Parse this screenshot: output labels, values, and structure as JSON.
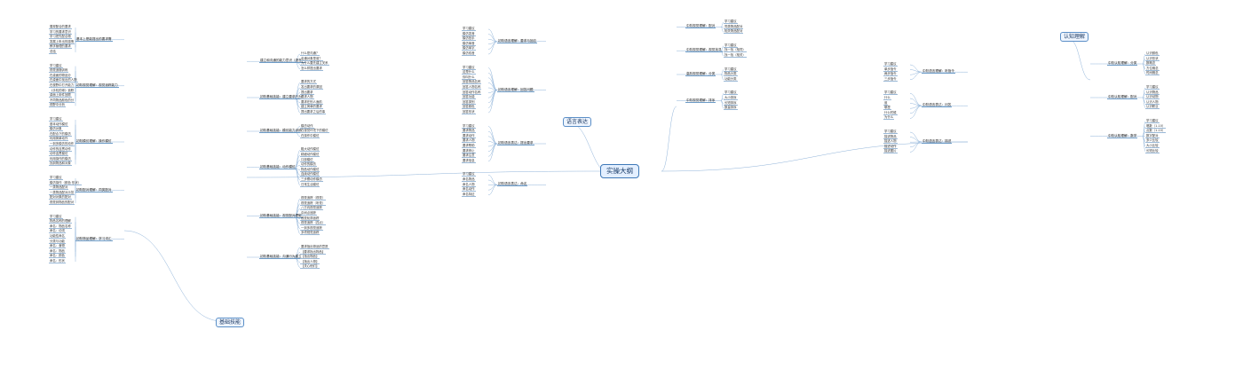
{
  "central": "实操大纲",
  "topics": {
    "basic": "基础技能",
    "language": "语言表达",
    "cognition": "认知理解"
  },
  "columns": [
    {
      "groups": [
        {
          "label": "基本上是能提出的要求需",
          "items": [
            "展现配合的要求",
            "学习的要求意识",
            "学习把先配合物",
            "发展上听出的感情",
            "教学管理的要求",
            "总结"
          ]
        },
        {
          "label": "初阶视觉理解：视觉追踪能力",
          "items": [
            "学习建议",
            "视觉追随训练",
            "在桌面的物品分",
            "在桌面中找出的人物",
            "在视野中打开能力",
            "《手机的球》追踪",
            "桌面上用件回顾",
            "不同物品颜色的分",
            "视野中分析"
          ]
        },
        {
          "label": "初阶模仿理解：操作模仿",
          "items": [
            "学习建议",
            "基本动作模仿",
            "模仿对象",
            "在配合下的模仿",
            "利用简单动作",
            "一到多模仿的动作",
            "动作的连贯动作",
            "动作连贯模仿",
            "利用操作的模仿",
            "找到物品和对象"
          ]
        },
        {
          "label": "初阶配对理解：同类配对",
          "items": [
            "学习建议",
            "模仿操作（颜色 形状）",
            "一类物品配对",
            "一类物品配对示范",
            "配对对象的配对",
            "视觉到物品的配对"
          ]
        },
        {
          "label": "初阶物品理解：学习词汇",
          "items": [
            "学习建议",
            "物品名称的理解",
            "命名：物品名称",
            "命名：动词",
            "功能性命名",
            "分类与功能",
            "命名：食物",
            "命名：物品",
            "命名：颜色",
            "命名：形状"
          ]
        }
      ]
    },
    {
      "groups": [
        {
          "label": "建立和沟通的能力意识（语言）",
          "items": [
            "什么是沟通？",
            "沟通对象是谁？",
            "为什么要先建立关系",
            "怎么样提出要求"
          ]
        },
        {
          "label": "初阶基础技能：建立要求行为",
          "items": [
            "要求的方式",
            "发出要求的原因",
            "提出要求",
            "要求人物",
            "要求在别人面前",
            "建立简单的要求",
            "提出要求之后的事"
          ]
        },
        {
          "label": "初阶基础技能：模仿能力训练",
          "items": [
            "模仿动作",
            "在视觉环境下的模仿",
            "在操作中模仿"
          ]
        },
        {
          "label": "初阶基础技能：动作模仿",
          "items": [
            "粗大动作模仿",
            "精细动作模仿",
            "口部模仿",
            "动作的模仿",
            "物品动作模仿",
            "连续动作模仿",
            "三步骤动作模仿",
            "日常生活模仿"
          ]
        },
        {
          "label": "初阶基础技能：视觉配对理解",
          "items": [
            "视觉追踪（视觉）",
            "视觉追踪（听觉）",
            "八方向视觉追踪",
            "中间点追踪",
            "视觉轮廓追踪",
            "视觉追踪（四点）",
            "一到多视觉追踪",
            "多项视觉追踪"
          ]
        },
        {
          "label": "初阶基础技能：沟通行为建立",
          "items": [
            "要求指出物品的意愿",
            "【要求指出物品】",
            "【指出物品】",
            "【指出人物】",
            "【关心他们】"
          ]
        }
      ]
    },
    {
      "groups": [
        {
          "label": "初阶语言理解：要求与回应",
          "items": [
            "学习建议",
            "模仿发音",
            "模仿拍手",
            "模仿单音",
            "模仿单字",
            "模仿双音"
          ]
        },
        {
          "label": "初阶语言理解：回答问题",
          "items": [
            "学习建议",
            "这是什么",
            "你叫什么",
            "回答物品名称",
            "回答人物名称",
            "回答动作名称",
            "回答功能",
            "回答类别",
            "回答颜色",
            "回答形状"
          ]
        },
        {
          "label": "初阶语言表达：提出要求",
          "items": [
            "学习建议",
            "要求物品",
            "要求动作",
            "要求人物",
            "要求帮助",
            "要求停止",
            "要求注意",
            "要求信息"
          ]
        },
        {
          "label": "初阶语言表达：命名",
          "items": [
            "学习建议",
            "命名物品",
            "命名人物",
            "命名动作",
            "命名特征"
          ]
        }
      ]
    },
    {
      "groups": [
        {
          "label": "中阶视觉理解：配对",
          "items": [
            "学习建议",
            "同类物品配对",
            "相关物品配对"
          ]
        },
        {
          "label": "中阶视觉理解：视觉找寻",
          "items": [
            "学习建议",
            "找一找（相同）",
            "找一找（相关）"
          ]
        },
        {
          "label": "高阶视觉理解：分类",
          "items": [
            "学习建议",
            "物品分类",
            "功能分类"
          ]
        },
        {
          "label": "中阶视觉理解：排序",
          "items": [
            "学习建议",
            "大小排序",
            "长短排序",
            "数量排序"
          ]
        }
      ]
    },
    {
      "groups": [
        {
          "label": "中阶语言理解：听指令",
          "items": [
            "学习建议",
            "单步指令",
            "两步指令",
            "三步指令"
          ]
        },
        {
          "label": "中阶语言表达：问答",
          "items": [
            "学习建议",
            "什么",
            "谁",
            "哪里",
            "什么时候",
            "为什么"
          ]
        },
        {
          "label": "中阶语言表达：描述",
          "items": [
            "学习建议",
            "描述物品",
            "描述人物",
            "描述动作",
            "描述图片"
          ]
        }
      ]
    },
    {
      "groups": [
        {
          "label": "中阶认知理解：分类",
          "items": [
            "认识颜色",
            "认识形状",
            "数概念",
            "方位概念",
            "时间概念"
          ]
        },
        {
          "label": "中阶认知理解：配对",
          "items": [
            "学习建议",
            "认识物品",
            "认识动物",
            "认识人物",
            "认识职业"
          ]
        },
        {
          "label": "中阶认知理解：数学",
          "items": [
            "学习建议",
            "唱数（1-10）",
            "点数（1-10）",
            "数字配对",
            "多少比较",
            "大小比较",
            "长短比较"
          ]
        }
      ]
    }
  ]
}
